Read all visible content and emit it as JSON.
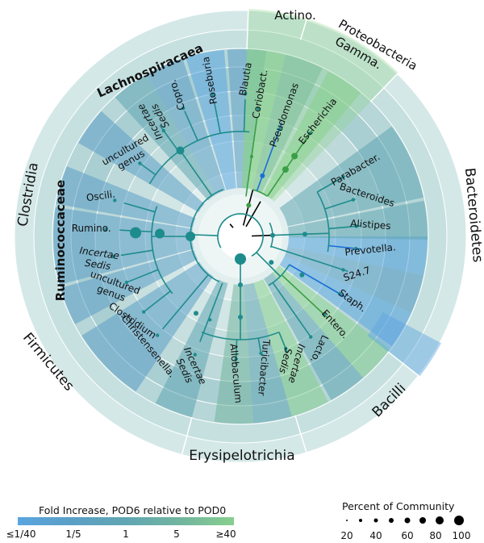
{
  "phylum_labels": {
    "clostridia": "Clostridia",
    "firmicutes": "Firmicutes",
    "actino": "Actino.",
    "proteobacteria": "Proteobacteria",
    "bacteroidetes": "Bacteroidetes",
    "bacilli": "Bacilli",
    "erysipelotrichia": "Erysipelotrichia"
  },
  "class_labels": {
    "lachnospiraceae": "Lachnospiracaea",
    "ruminococcaceae": "Ruminococcaceae",
    "gamma": "Gamma."
  },
  "leaves": [
    {
      "label": "Blautia"
    },
    {
      "label": "Roseburia"
    },
    {
      "label": "Copro."
    },
    {
      "label": "Incertae Sedis"
    },
    {
      "label": "uncultured genus"
    },
    {
      "label": "Oscili."
    },
    {
      "label": "Rumino."
    },
    {
      "label": "Incertae Sedis"
    },
    {
      "label": "uncultured genus"
    },
    {
      "label": "Clostridium"
    },
    {
      "label": "Christensenella."
    },
    {
      "label": "Incertae Sedis"
    },
    {
      "label": "Allobaculum"
    },
    {
      "label": "Turicibacter"
    },
    {
      "label": "Incertae Sedis"
    },
    {
      "label": "Lacto."
    },
    {
      "label": "Entero."
    },
    {
      "label": "Staph."
    },
    {
      "label": "S24.7"
    },
    {
      "label": "Prevotella."
    },
    {
      "label": "Alistipes"
    },
    {
      "label": "Bacteroides"
    },
    {
      "label": "Parabacter."
    },
    {
      "label": "Escherichia"
    },
    {
      "label": "Pseudomonas"
    },
    {
      "label": "Coriobact."
    }
  ],
  "legend": {
    "fold_title": "Fold Increase, POD6 relative to POD0",
    "fold_ticks": [
      "≤1/40",
      "1/5",
      "1",
      "5",
      "≥40"
    ],
    "fold_colors": [
      "#5aa5e0",
      "#5b9fc6",
      "#61a6b2",
      "#72b59f",
      "#87cf8e"
    ],
    "community_title": "Percent of Community",
    "community_ticks": [
      "20",
      "40",
      "60",
      "80",
      "100"
    ]
  },
  "colors": {
    "teal": "#1e8c8c",
    "blue": "#1a6fd6",
    "green": "#3a9e45",
    "black": "#000000"
  }
}
